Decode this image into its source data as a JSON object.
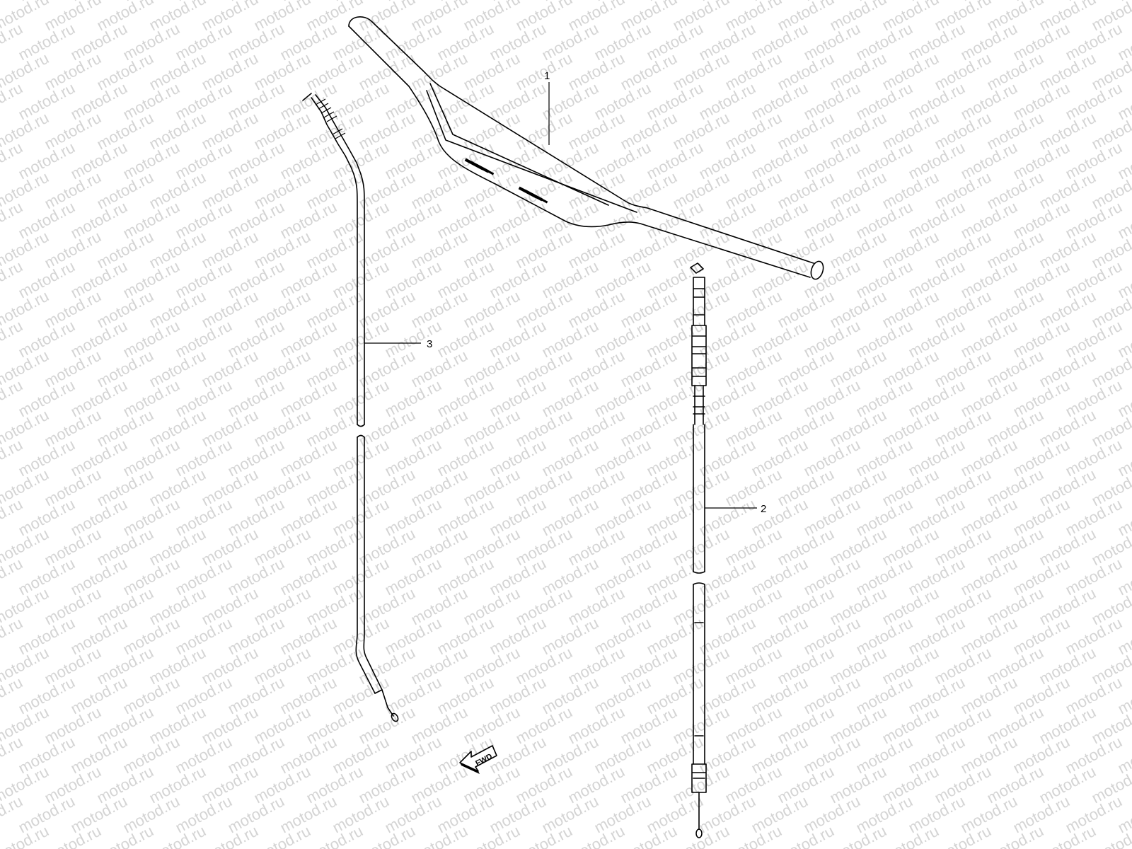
{
  "watermark": "motod.ru",
  "callouts": [
    {
      "id": "1",
      "label": "1",
      "part": "handlebar"
    },
    {
      "id": "2",
      "label": "2",
      "part": "cable-2"
    },
    {
      "id": "3",
      "label": "3",
      "part": "cable-3"
    }
  ],
  "fwd_label": "FWD"
}
